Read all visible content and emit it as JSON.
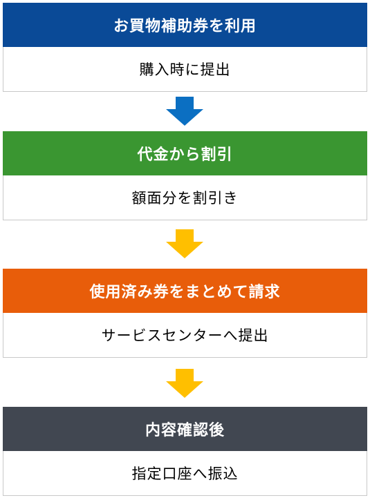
{
  "colors": {
    "step1": "#0a4a97",
    "step2": "#3a9631",
    "step3": "#e85d0a",
    "step4": "#414751",
    "arrow_blue": "#0b6fc2",
    "arrow_yellow": "#ffbf00"
  },
  "steps": [
    {
      "title": "お買物補助券を利用",
      "desc": "購入時に提出"
    },
    {
      "title": "代金から割引",
      "desc": "額面分を割引き"
    },
    {
      "title": "使用済み券をまとめて請求",
      "desc": "サービスセンターへ提出"
    },
    {
      "title": "内容確認後",
      "desc": "指定口座へ振込"
    }
  ]
}
